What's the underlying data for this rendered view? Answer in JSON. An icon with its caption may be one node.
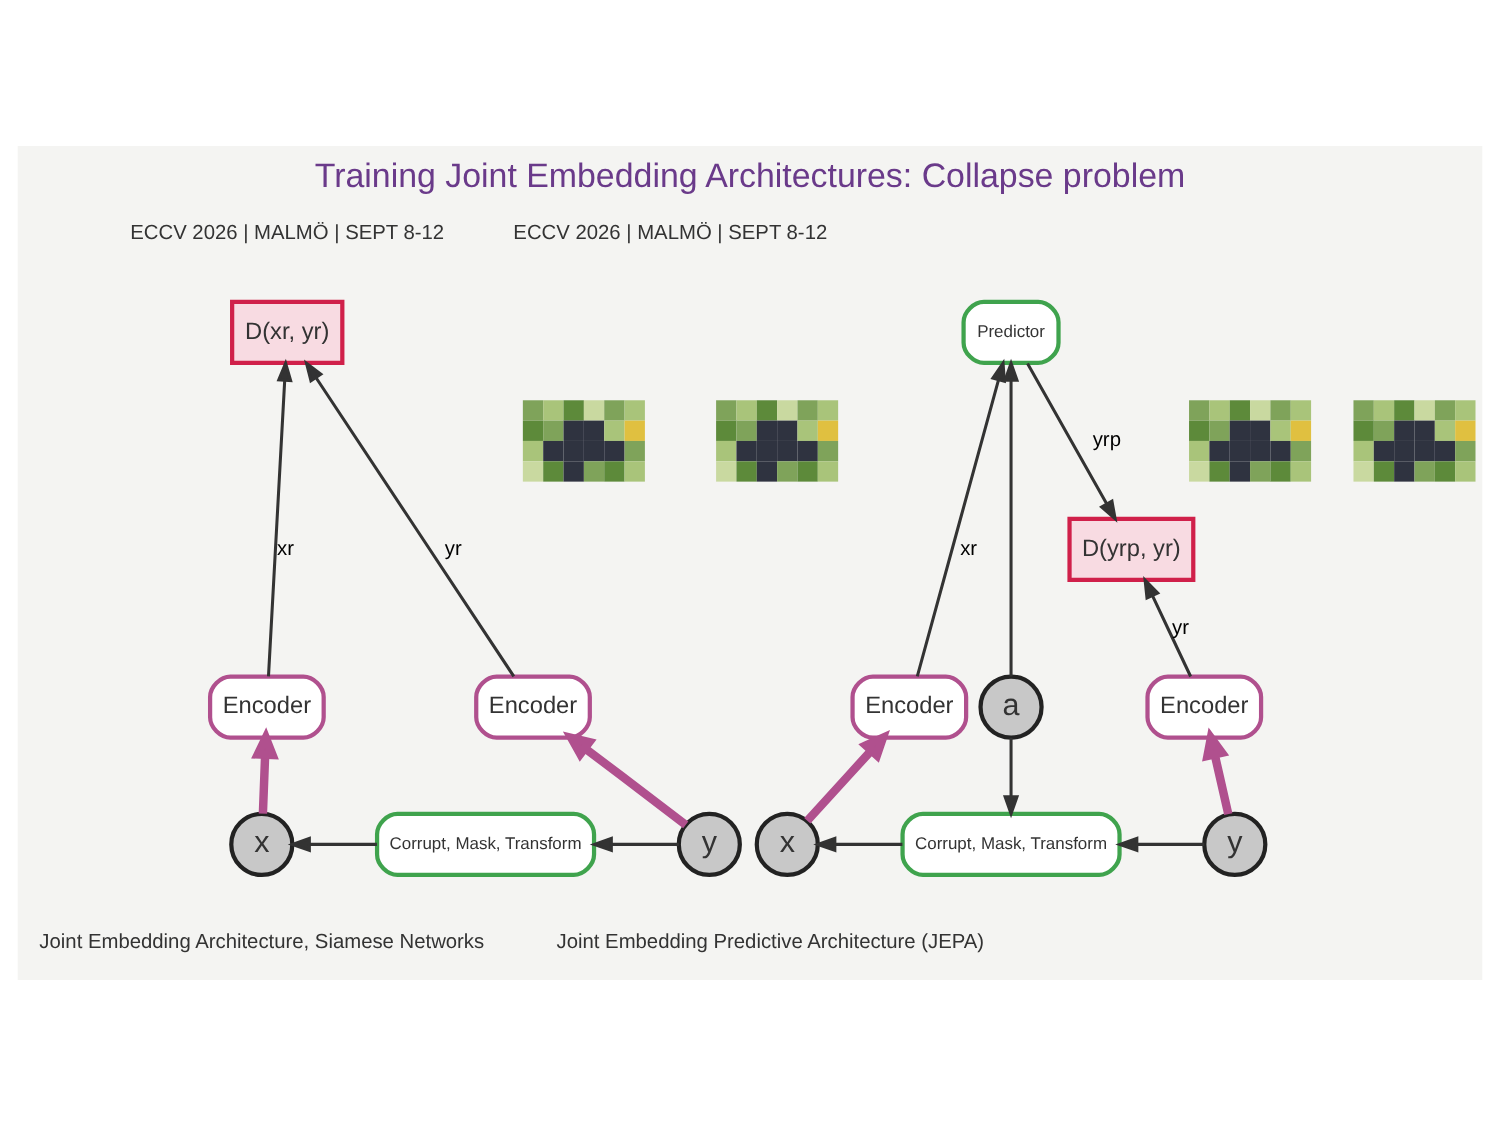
{
  "diagram": {
    "title": "Training Joint Embedding Architectures: Collapse problem",
    "nodes": [
      {
        "text": [
          "D(xr, yr)"
        ]
      },
      {
        "text": [
          "Encoder"
        ]
      },
      {
        "text": [
          "Encoder"
        ]
      },
      {
        "text": [
          "x"
        ]
      },
      {
        "text": [
          "Corrupt, Mask, Transform"
        ]
      },
      {
        "text": [
          "y"
        ]
      },
      {
        "text": [],
        "shape": "picture"
      },
      {
        "text": [],
        "shape": "picture"
      },
      {
        "text": [
          "Predictor"
        ]
      },
      {
        "text": [
          "D(yrp, yr)"
        ]
      },
      {
        "text": [
          "Encoder"
        ]
      },
      {
        "text": [
          "a"
        ]
      },
      {
        "text": [
          "Encoder"
        ]
      },
      {
        "text": [
          "x"
        ]
      },
      {
        "text": [
          "Corrupt, Mask, Transform"
        ]
      },
      {
        "text": [
          "y"
        ]
      },
      {
        "text": [],
        "shape": "picture"
      },
      {
        "text": [],
        "shape": "picture"
      }
    ],
    "edges": [
      {
        "from": 1,
        "to": 0,
        "arrow": "to",
        "label": "xr"
      },
      {
        "from": 2,
        "to": 0,
        "arrow": "to",
        "label": "yr"
      },
      {
        "from": 3,
        "to": 1,
        "arrow": "to",
        "style": "thick",
        "color": "#b0508e"
      },
      {
        "from": 5,
        "to": 2,
        "arrow": "to",
        "style": "thick",
        "color": "#b0508e"
      },
      {
        "from": 5,
        "to": 4,
        "arrow": "to"
      },
      {
        "from": 4,
        "to": 3,
        "arrow": "to"
      },
      {
        "from": 10,
        "to": 8,
        "arrow": "to",
        "label": "xr"
      },
      {
        "from": 8,
        "to": 9,
        "arrow": "to",
        "label": "yrp"
      },
      {
        "from": 12,
        "to": 9,
        "arrow": "to",
        "label": "yr"
      },
      {
        "from": 11,
        "to": 8,
        "arrow": "to"
      },
      {
        "from": 11,
        "to": 14,
        "arrow": "to"
      },
      {
        "from": 15,
        "to": 14,
        "arrow": "to"
      },
      {
        "from": 14,
        "to": 13,
        "arrow": "to"
      },
      {
        "from": 13,
        "to": 10,
        "arrow": "to",
        "style": "thick",
        "color": "#b0508e"
      },
      {
        "from": 15,
        "to": 12,
        "arrow": "to",
        "style": "thick",
        "color": "#b0508e"
      }
    ],
    "labels": [
      "Joint Embedding Architecture, Siamese Networks",
      "Joint Embedding Predictive Architecture (JEPA)",
      "ECCV 2026 | MALMÖ | SEPT 8-12",
      "ECCV 2026 | MALMÖ | SEPT 8-12"
    ]
  }
}
